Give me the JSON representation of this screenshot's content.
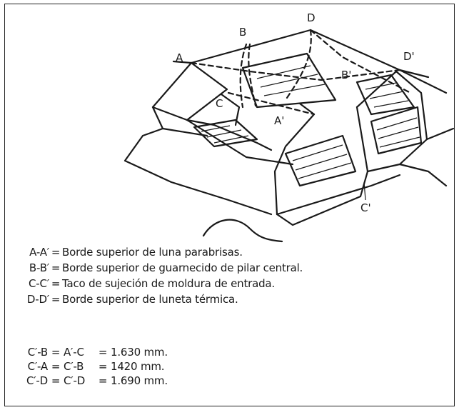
{
  "labels": {
    "A": "A",
    "A_prime": "A'",
    "B": "B",
    "B_prime": "B'",
    "C": "C",
    "C_prime": "C'",
    "D": "D",
    "D_prime": "D'"
  },
  "legend": [
    {
      "key": "A-A′",
      "eq": "=",
      "text": "Borde superior de luna parabrisas."
    },
    {
      "key": "B-B′",
      "eq": "=",
      "text": "Borde superior de guarnecido de pilar central."
    },
    {
      "key": "C-C′",
      "eq": "=",
      "text": "Taco de sujeción de moldura de entrada."
    },
    {
      "key": "D-D′",
      "eq": "=",
      "text": "Borde superior de luneta térmica."
    }
  ],
  "measures": [
    {
      "a": "C′-B",
      "b": "A′-C",
      "value": "1.630 mm."
    },
    {
      "a": "C′-A",
      "b": "C′-B",
      "value": "1420 mm."
    },
    {
      "a": "C′-D",
      "b": "C′-D",
      "value": "1.690 mm."
    }
  ],
  "colors": {
    "ink": "#1a1a1a",
    "paper": "#ffffff"
  }
}
